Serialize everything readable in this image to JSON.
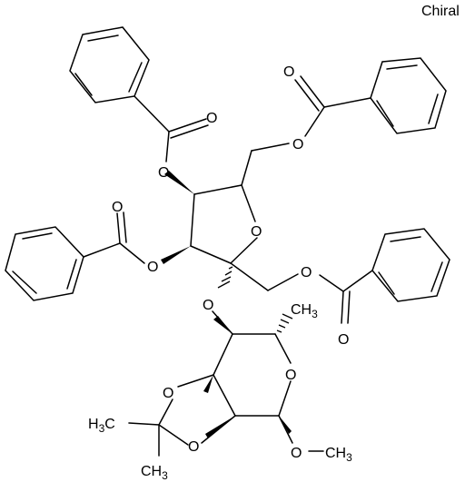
{
  "chirality_label": "Chiral",
  "atoms": {
    "o_ester_top": "O",
    "o_carbonyl_top": "O",
    "o_ester_left": "O",
    "o_carbonyl_left": "O",
    "o_ring_furanose": "O",
    "o_ester_right_top": "O",
    "o_carbonyl_right_top": "O",
    "o_ester_right_bottom": "O",
    "o_carbonyl_right_bottom": "O",
    "o_glycosidic": "O",
    "o_ring_pyranose": "O",
    "o_acetal_top": "O",
    "o_acetal_bottom": "O",
    "o_methoxy": "O"
  },
  "groups": {
    "methyl_c6": {
      "main": "CH",
      "sub": "3"
    },
    "methyl_acetal_left": {
      "main": "H",
      "sub": "3",
      "tail": "C"
    },
    "methyl_acetal_bottom": {
      "main": "CH",
      "sub": "3"
    },
    "methyl_methoxy": {
      "main": "CH",
      "sub": "3"
    }
  }
}
